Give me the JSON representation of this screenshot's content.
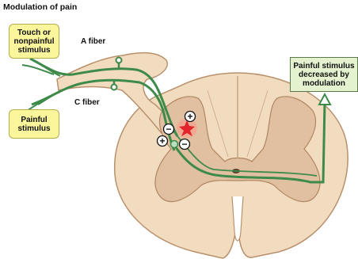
{
  "title": "Modulation of pain",
  "touch_box": {
    "lines": [
      "Touch or",
      "nonpainful",
      "stimulus"
    ]
  },
  "pain_box": {
    "lines": [
      "Painful",
      "stimulus"
    ]
  },
  "result_box": {
    "lines": [
      "Painful stimulus",
      "decreased by",
      "modulation"
    ]
  },
  "fiber_labels": {
    "a": "A fiber",
    "c": "C fiber"
  },
  "signs": {
    "plus": "+",
    "minus": "−"
  },
  "colors": {
    "box_yellow": "#fbf69c",
    "result_box_green": "#e4f2cf",
    "fiber_green": "#3e8a4a",
    "cord_tan": "#f2dcc0",
    "gray_matter": "#e0c0a1",
    "synapse_red": "#e2242c"
  }
}
